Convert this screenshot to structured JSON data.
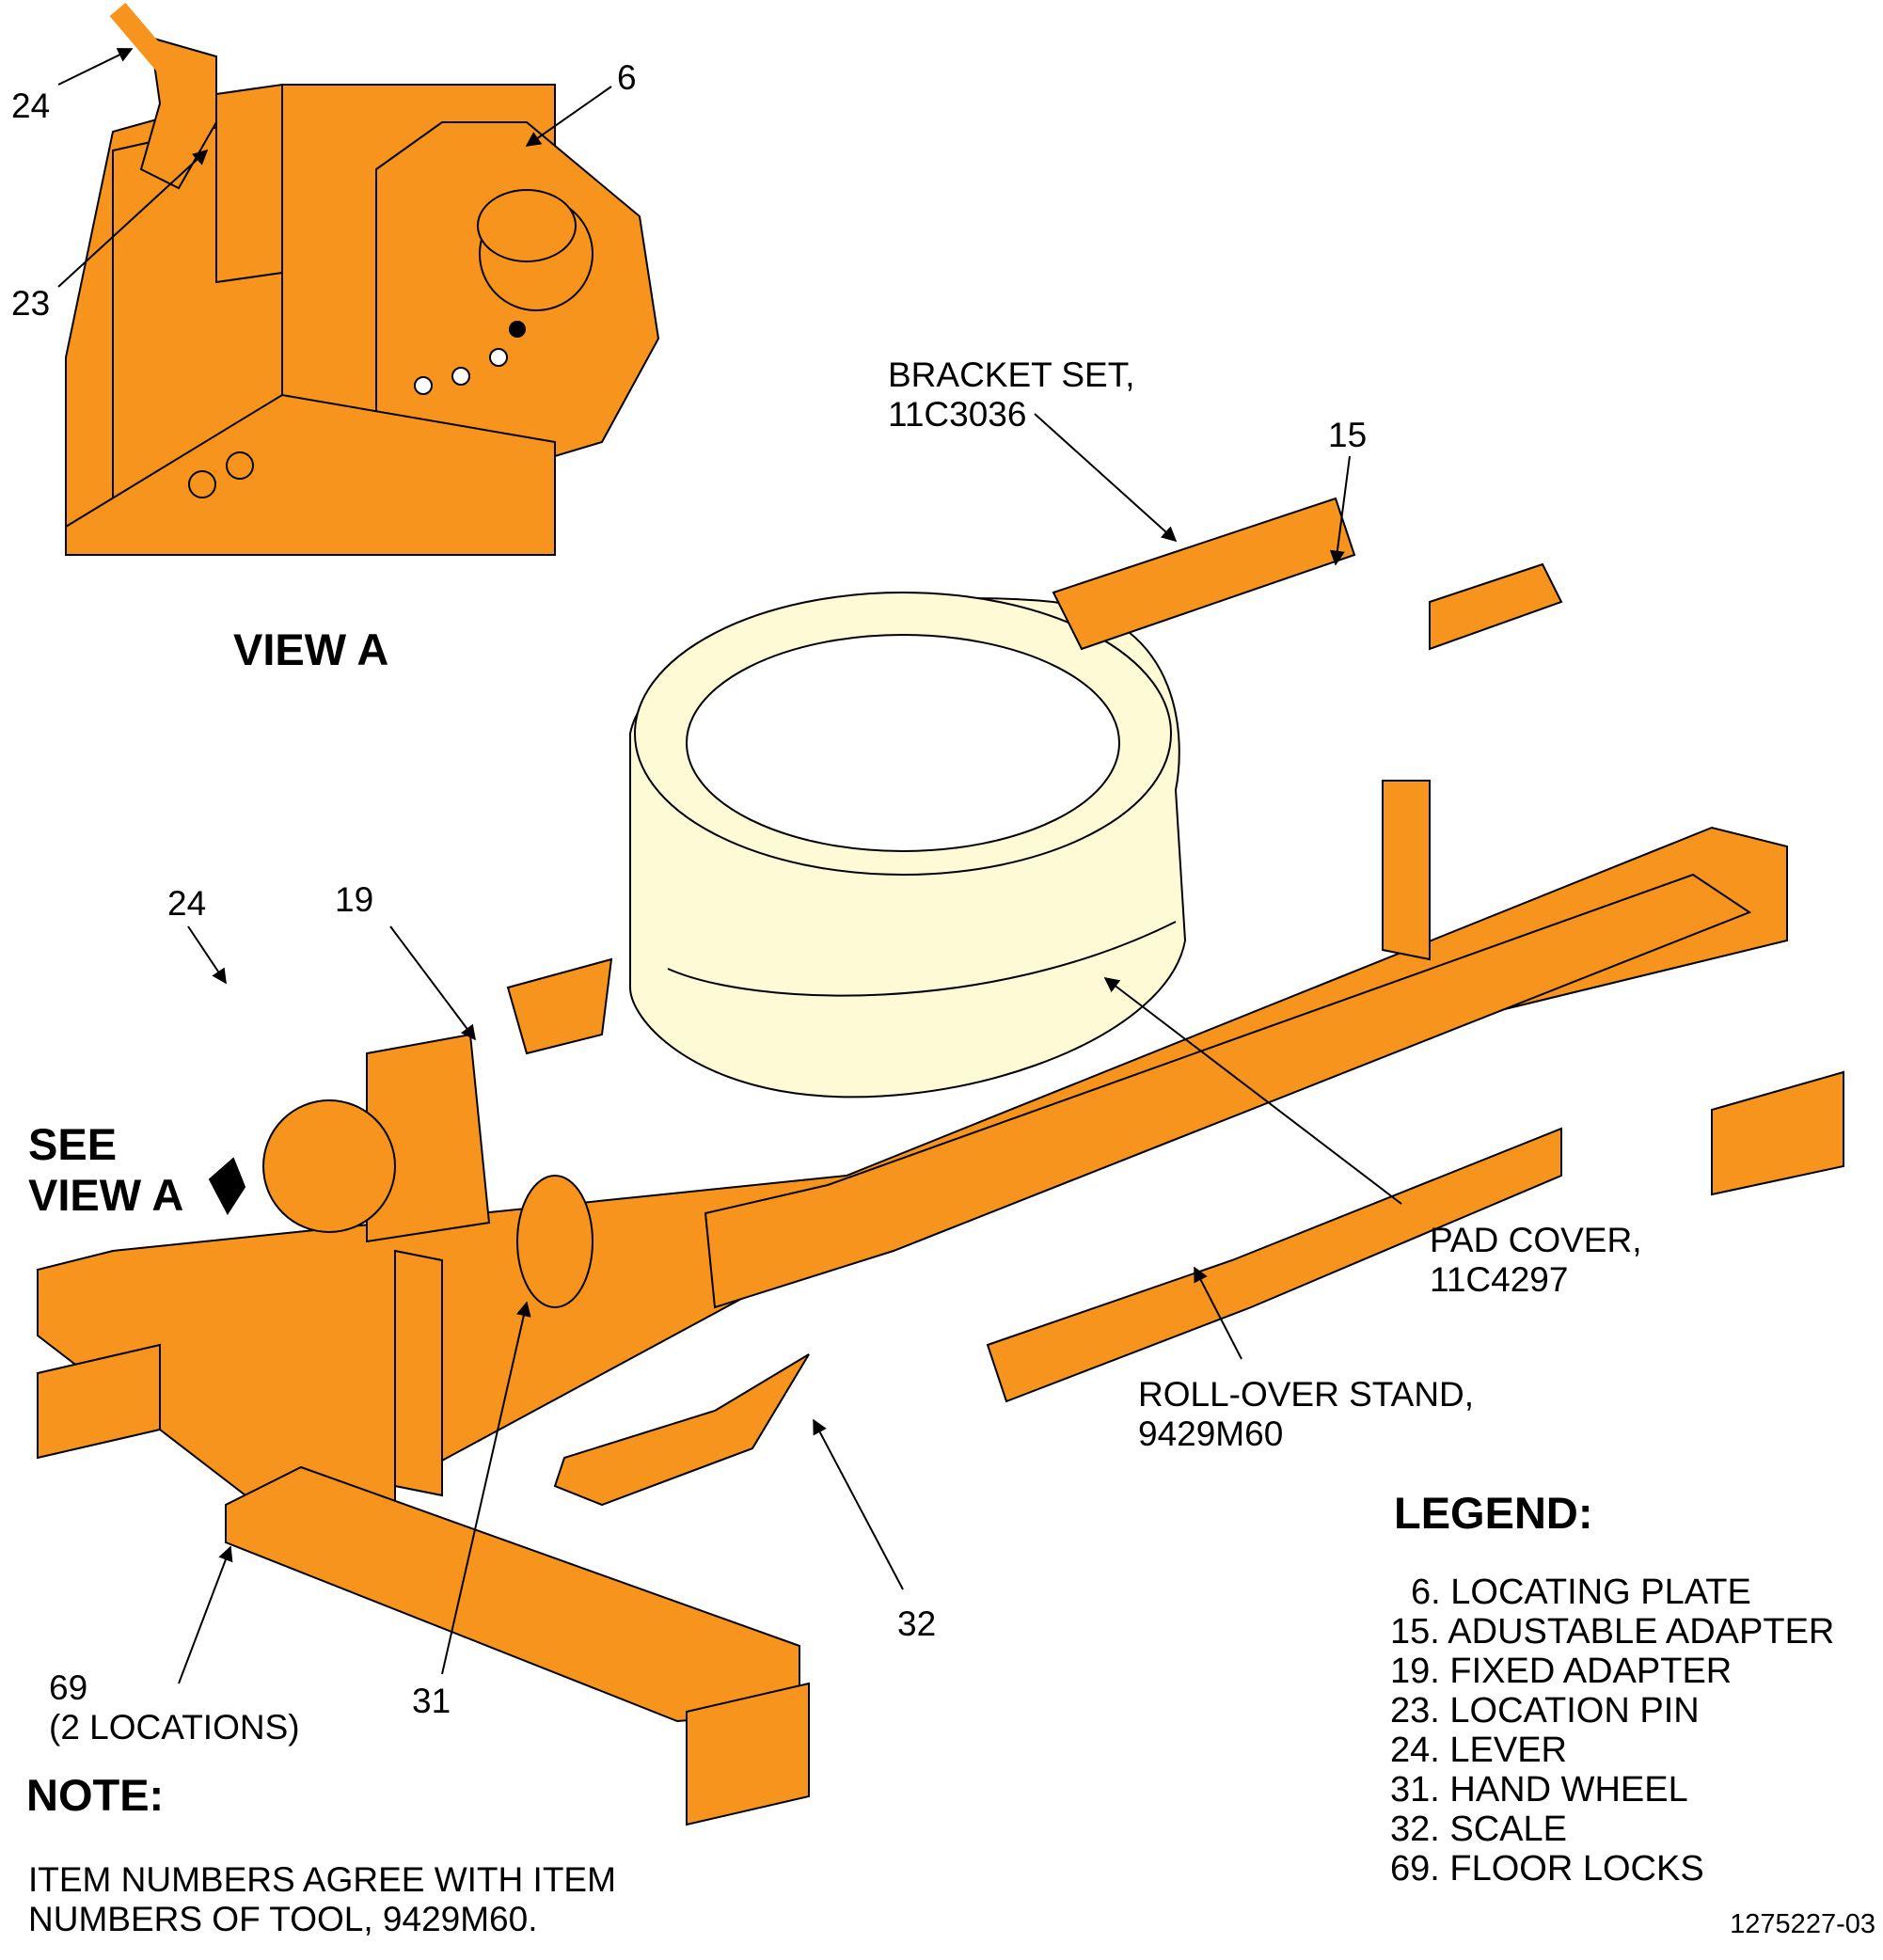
{
  "view_a_title": "VIEW A",
  "see_view_a": [
    "SEE",
    "VIEW A"
  ],
  "callouts": {
    "c24_top": "24",
    "c6": "6",
    "c23": "23",
    "c15": "15",
    "c24": "24",
    "c19": "19",
    "c31": "31",
    "c32": "32",
    "c69": [
      "69",
      "(2 LOCATIONS)"
    ],
    "bracket_set": [
      "BRACKET SET,",
      "11C3036"
    ],
    "pad_cover": [
      "PAD COVER,",
      "11C4297"
    ],
    "rollover_stand": [
      "ROLL-OVER STAND,",
      "9429M60"
    ]
  },
  "legend": {
    "title": "LEGEND:",
    "items": [
      "6. LOCATING PLATE",
      "15. ADUSTABLE ADAPTER",
      "19. FIXED ADAPTER",
      "23. LOCATION PIN",
      "24. LEVER",
      "31. HAND WHEEL",
      "32. SCALE",
      "69. FLOOR LOCKS"
    ]
  },
  "note": {
    "title": "NOTE:",
    "lines": [
      "ITEM NUMBERS AGREE WITH ITEM",
      "NUMBERS OF TOOL, 9429M60."
    ]
  },
  "figure_number": "1275227-03",
  "colors": {
    "stand": "#F7941D",
    "ring": "#FFFAD6",
    "line": "#000000"
  }
}
